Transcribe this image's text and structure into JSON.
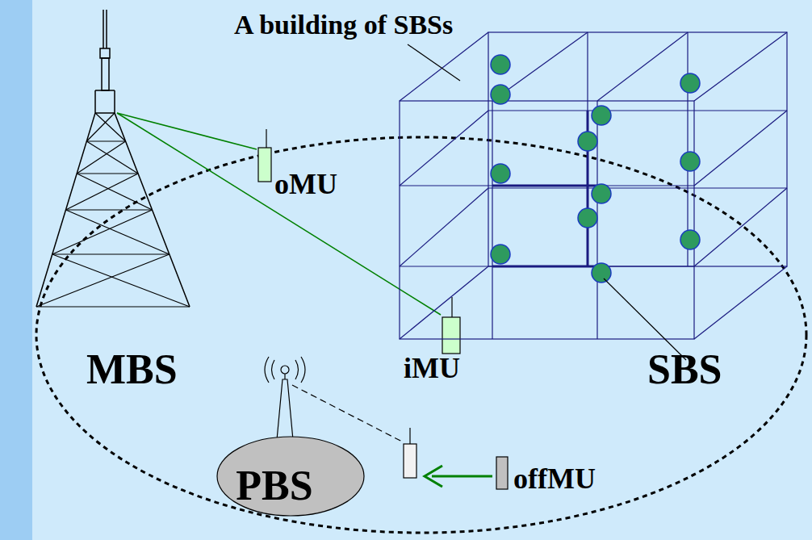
{
  "diagram": {
    "nodes": [
      {
        "text": [
          "PBS"
        ]
      }
    ],
    "labels": [
      "A building of SBSs",
      "oMU",
      "MBS",
      "iMU",
      "SBS",
      "offMU"
    ]
  }
}
